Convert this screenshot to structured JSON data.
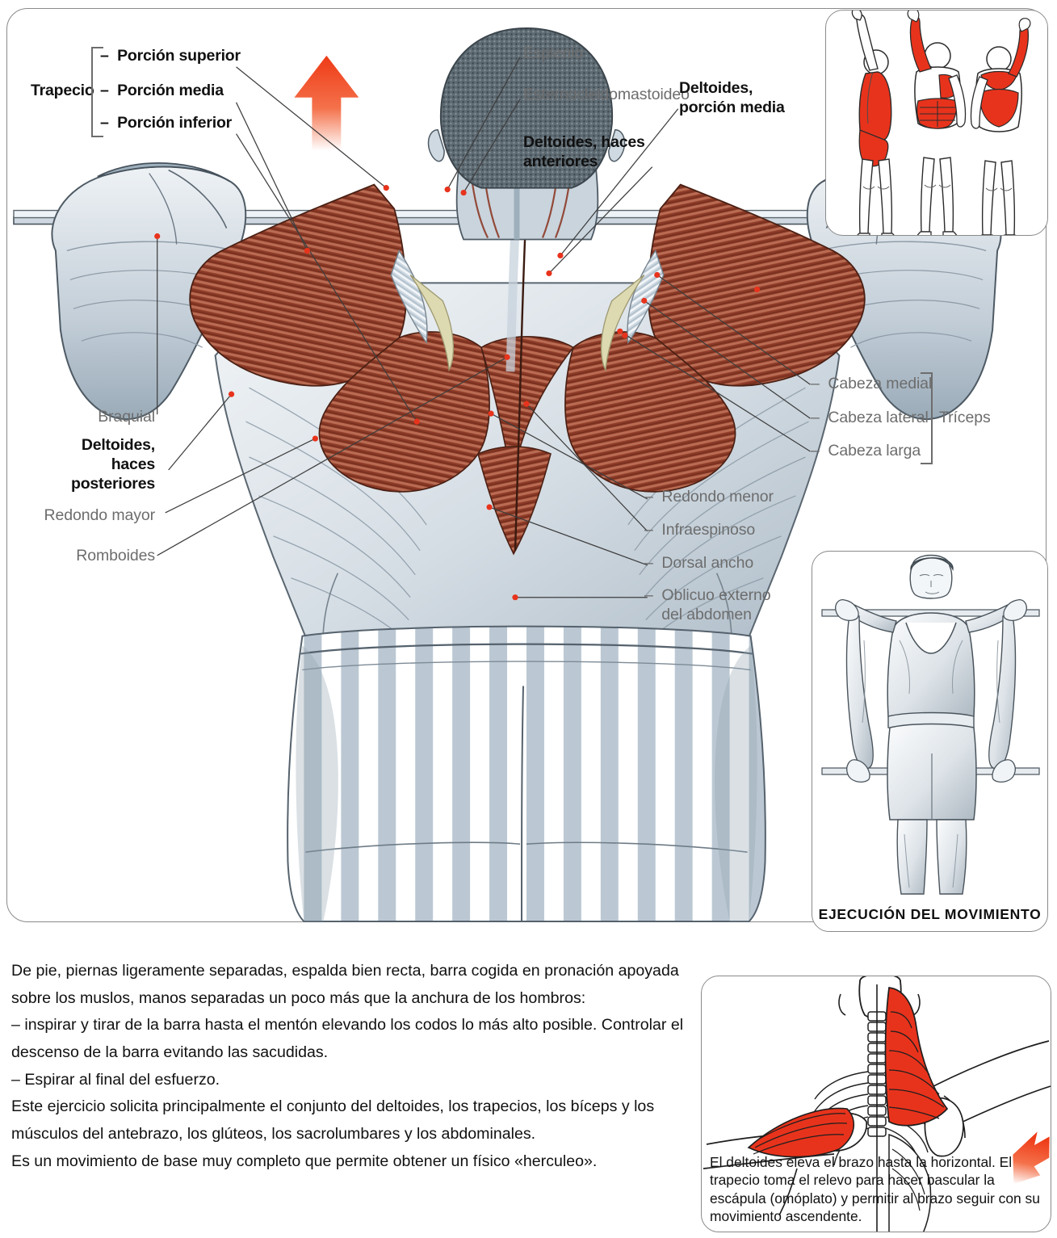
{
  "colors": {
    "muscle_red": "#8d3a27",
    "muscle_red_light": "#b05a3f",
    "highlight_red": "#e8331c",
    "arrow_red": "#ef4a23",
    "fascia_blue": "#b9c6d2",
    "pencil_gray": "#7d8c99",
    "label_gray": "#6d6d6d",
    "label_black": "#111111",
    "border_gray": "#8a8a8a",
    "tendon_cream": "#ddd9b0"
  },
  "labels": {
    "trapecio_group": "Trapecio",
    "trapecio_items": [
      "–  Porción superior",
      "–  Porción media",
      "–  Porción inferior"
    ],
    "esplenio": "Esplenio",
    "esternocleidomastoideo": "Esternocleidomastoideo",
    "deltoides_haces_anteriores": "Deltoides, haces\nanteriores",
    "deltoides_porcion_media": "Deltoides,\nporción media",
    "triceps_group": "Tríceps",
    "triceps_items": [
      "–  Cabeza medial",
      "–  Cabeza lateral",
      "–  Cabeza larga"
    ],
    "braquial": "Braquial",
    "deltoides_haces_posteriores": "Deltoides,\nhaces\nposteriores",
    "redondo_mayor": "Redondo mayor",
    "romboides": "Romboides",
    "redondo_menor": "–  Redondo menor",
    "infraespinoso": "–  Infraespinoso",
    "dorsal_ancho": "–  Dorsal ancho",
    "oblicuo_externo": "–  Oblicuo externo\n    del abdomen"
  },
  "insets": {
    "three_figures": {
      "figures": [
        "vista-lateral",
        "vista-anterior",
        "vista-posterior"
      ],
      "highlight_color": "#e8331c"
    },
    "execution": {
      "caption": "EJECUCIÓN DEL MOVIMIENTO"
    },
    "scapula": {
      "caption": "El deltoides eleva el brazo hasta la horizontal. El trapecio toma el relevo para hacer bascular la escápula (omóplato) y permitir al brazo seguir con su movimiento ascendente.",
      "arrow": "up-arrow-red"
    }
  },
  "body_text": {
    "paragraphs": [
      "De pie, piernas ligeramente separadas, espalda bien recta, barra cogida en pronación apoyada sobre los muslos, manos separadas un poco más que la anchura de los hombros:",
      "–  inspirar y tirar de la barra hasta el mentón elevando los codos lo más alto posible. Controlar el descenso de la barra evitando las sacudidas.",
      "–  Espirar al final del esfuerzo.",
      "Este ejercicio solicita principalmente el conjunto del deltoides, los trapecios, los bíceps y los músculos del antebrazo, los glúteos, los sacrolumbares y los abdominales.",
      "Es un movimiento de base muy completo que permite obtener un físico «herculeo»."
    ]
  }
}
